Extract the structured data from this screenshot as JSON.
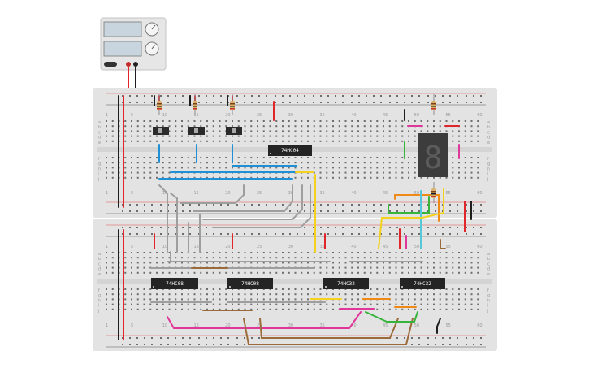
{
  "power_supply": {
    "display_top": "",
    "display_bottom": "",
    "knob_top": "voltage-knob",
    "knob_bottom": "current-knob",
    "colors": {
      "body": "#e8e8e8",
      "display": "#c9d6df",
      "knob": "#f4f4f4",
      "positive": "#d22b2b",
      "negative": "#222222"
    }
  },
  "breadboards": [
    {
      "name": "upper-breadboard",
      "column_numbers": [
        "1",
        "5",
        "10",
        "15",
        "20",
        "25",
        "30",
        "35",
        "40",
        "45",
        "50",
        "55",
        "60"
      ],
      "row_letters_top": [
        "a",
        "b",
        "c",
        "d",
        "e"
      ],
      "row_letters_bottom": [
        "f",
        "g",
        "h",
        "i",
        "j"
      ]
    },
    {
      "name": "lower-breadboard",
      "column_numbers": [
        "1",
        "5",
        "10",
        "15",
        "20",
        "25",
        "30",
        "35",
        "40",
        "45",
        "50",
        "55",
        "60"
      ],
      "row_letters_top": [
        "a",
        "b",
        "c",
        "d",
        "e"
      ],
      "row_letters_bottom": [
        "f",
        "g",
        "h",
        "i",
        "j"
      ]
    }
  ],
  "chips": [
    {
      "id": "inv",
      "label": "74HC04"
    },
    {
      "id": "and1",
      "label": "74HC08"
    },
    {
      "id": "and2",
      "label": "74HC08"
    },
    {
      "id": "or1",
      "label": "74HC32"
    },
    {
      "id": "or2",
      "label": "74HC32"
    }
  ],
  "seven_segment": {
    "digit": "8",
    "color": "#3c3c3c"
  },
  "switches": [
    "switch-a",
    "switch-b",
    "switch-c"
  ],
  "wire_colors": {
    "red": "#e0262b",
    "black": "#1e1e1e",
    "blue": "#1f8fd6",
    "gray": "#9e9e9e",
    "yellow": "#f4d21c",
    "brown": "#9b6a3a",
    "orange": "#f08a16",
    "green": "#36b43b",
    "magenta": "#e0379a",
    "cyan": "#54c8d8"
  }
}
